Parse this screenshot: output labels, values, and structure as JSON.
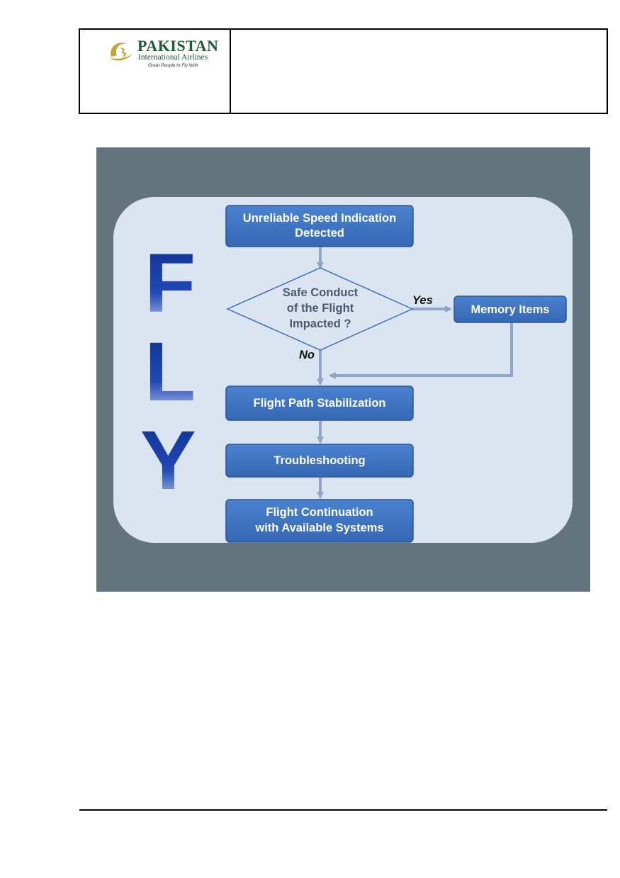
{
  "header": {
    "logo": {
      "name": "PAKISTAN",
      "subtitle": "International Airlines",
      "tagline": "Great People to Fly With"
    }
  },
  "diagram": {
    "fly_letters": [
      "F",
      "L",
      "Y"
    ],
    "nodes": {
      "start": [
        "Unreliable Speed Indication",
        "Detected"
      ],
      "decision": [
        "Safe Conduct",
        "of the Flight",
        "Impacted ?"
      ],
      "memory": "Memory Items",
      "stabilization": "Flight Path Stabilization",
      "troubleshooting": "Troubleshooting",
      "continuation": [
        "Flight Continuation",
        "with Available Systems"
      ]
    },
    "edges": {
      "yes": "Yes",
      "no": "No"
    },
    "colors": {
      "background": "#64747f",
      "panel": "#dbe5f1",
      "box": "#3a70bd",
      "box_border": "#2a5596",
      "arrow": "#93a4c9",
      "fly_letters": "#1a3fa0",
      "decision_text": "#4a5a74"
    }
  }
}
